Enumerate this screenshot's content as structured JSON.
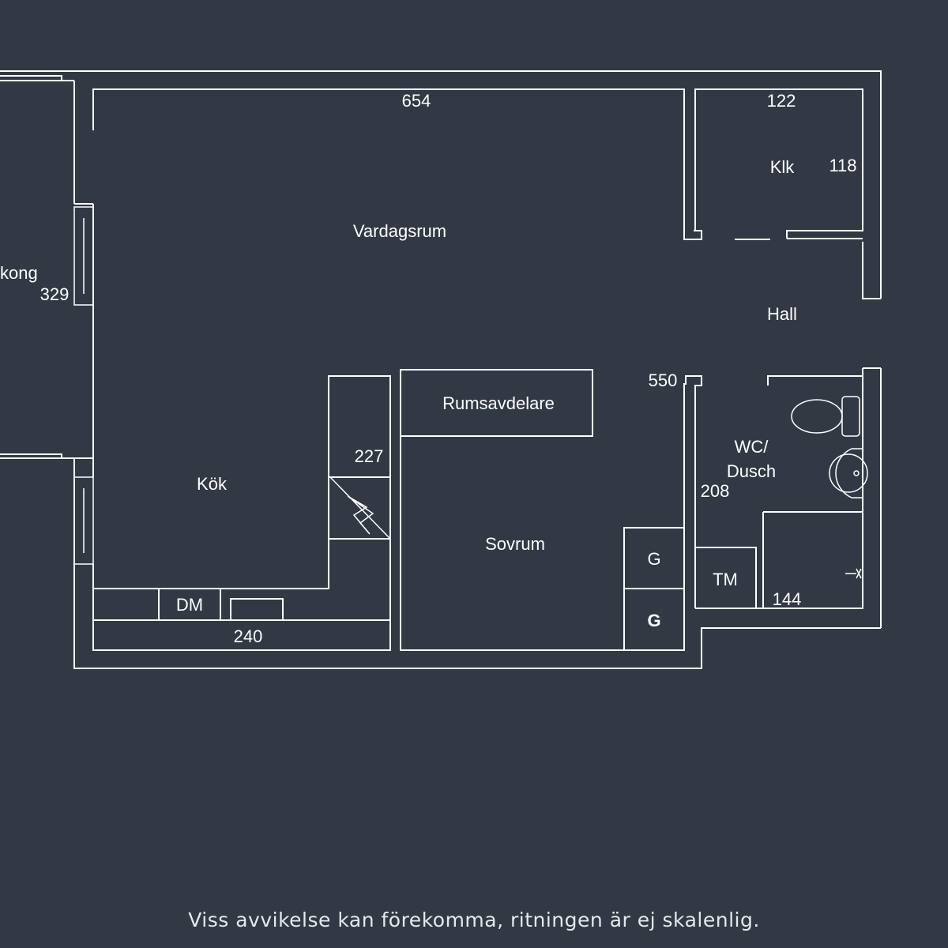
{
  "rooms": {
    "balkong": "kong",
    "vardagsrum": "Vardagsrum",
    "klk": "Klk",
    "hall": "Hall",
    "kok": "Kök",
    "rumsavdelare": "Rumsavdelare",
    "sovrum": "Sovrum",
    "wc_line1": "WC/",
    "wc_line2": "Dusch",
    "tm": "TM",
    "dm": "DM",
    "g_upper": "G",
    "g_lower": "G"
  },
  "dimensions": {
    "top_width": "654",
    "klk_width": "122",
    "klk_height": "118",
    "balkong_height": "329",
    "hall_length": "550",
    "kok_depth": "227",
    "wc_depth": "208",
    "wc_width": "144",
    "kok_width": "240"
  },
  "footer": {
    "disclaimer": "Viss avvikelse kan förekomma, ritningen är ej skalenlig."
  },
  "colors": {
    "background": "#323944",
    "lines": "#ffffff"
  }
}
